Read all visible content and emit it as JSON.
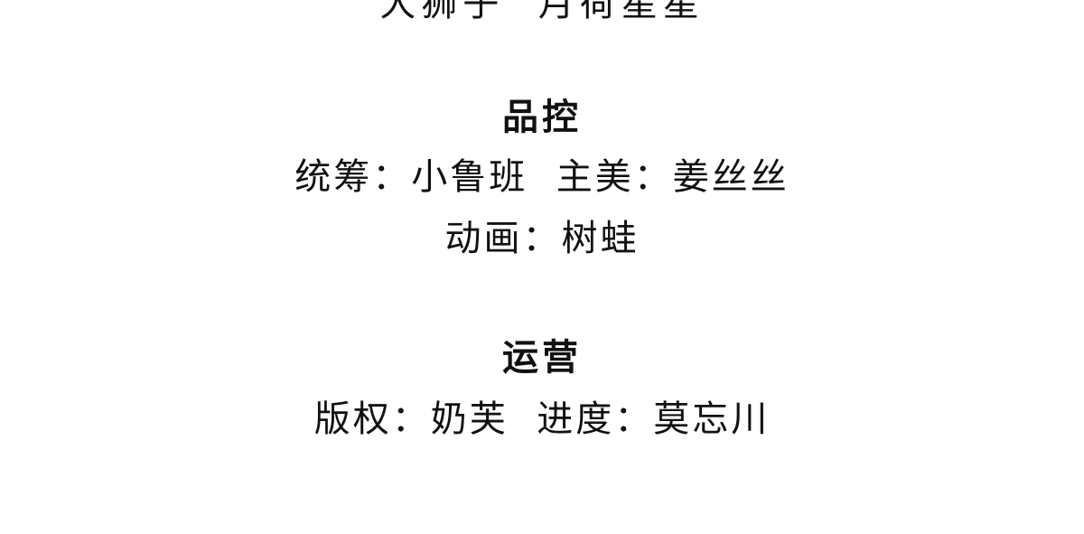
{
  "top_partial_line": "大狮子  月荷星星",
  "sections": [
    {
      "heading": "品控",
      "lines": [
        "统筹：小鲁班  主美：姜丝丝",
        "动画：树蛙"
      ]
    },
    {
      "heading": "运营",
      "lines": [
        "版权：奶芙  进度：莫忘川"
      ]
    }
  ]
}
